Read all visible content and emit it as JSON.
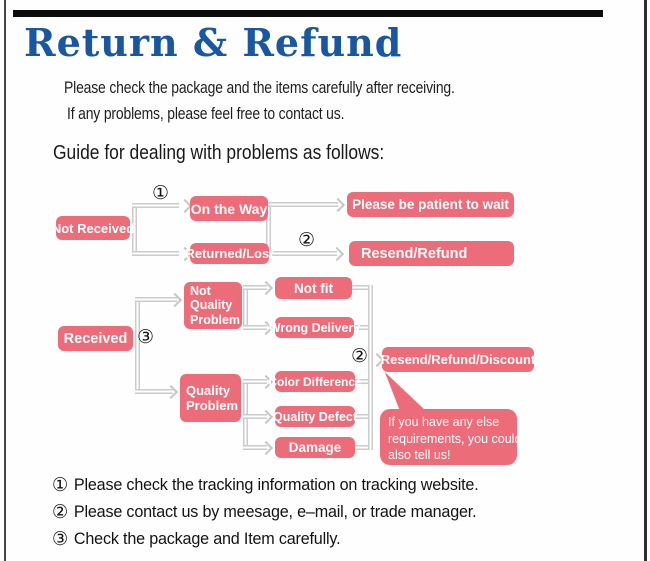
{
  "page": {
    "title": "Return & Refund",
    "intro_line1": "Please check the package and the items carefully after receiving.",
    "intro_line2": "If any problems, please feel free to contact us.",
    "guide_heading": "Guide for dealing with problems as follows:"
  },
  "colors": {
    "accent_pink": "#ec6d79",
    "title_blue": "#1a57a2",
    "connector_gray": "#cbcbcb",
    "rule_black": "#0c0c0c"
  },
  "flowchart": {
    "nodes": {
      "not_received": "Not Received",
      "on_the_way": "On the Way",
      "returned_lost": "Returned/Lost",
      "patient_wait": "Please be patient to wait",
      "resend_refund": "Resend/Refund",
      "received": "Received",
      "not_quality_problem_lines": [
        "Not",
        "Quality",
        "Problem"
      ],
      "not_fit": "Not fit",
      "wrong_delivery": "Wrong Delivery",
      "quality_problem_lines": [
        "Quality",
        "Problem"
      ],
      "color_difference": "Color Difference",
      "quality_defect": "Quality Defect",
      "damage": "Damage",
      "resend_refund_discount": "Resend/Refund/Discount",
      "bubble_lines": [
        "If you have any else",
        "requirements, you could",
        "also tell us!"
      ]
    },
    "markers": {
      "m1": "①",
      "m2_top": "②",
      "m3": "③",
      "m2_bottom": "②"
    }
  },
  "footnotes": [
    {
      "num": "①",
      "text": "Please check the tracking information on tracking website."
    },
    {
      "num": "②",
      "text": "Please contact us by meesage, e–mail, or trade manager."
    },
    {
      "num": "③",
      "text": "Check the package and Item carefully."
    }
  ]
}
